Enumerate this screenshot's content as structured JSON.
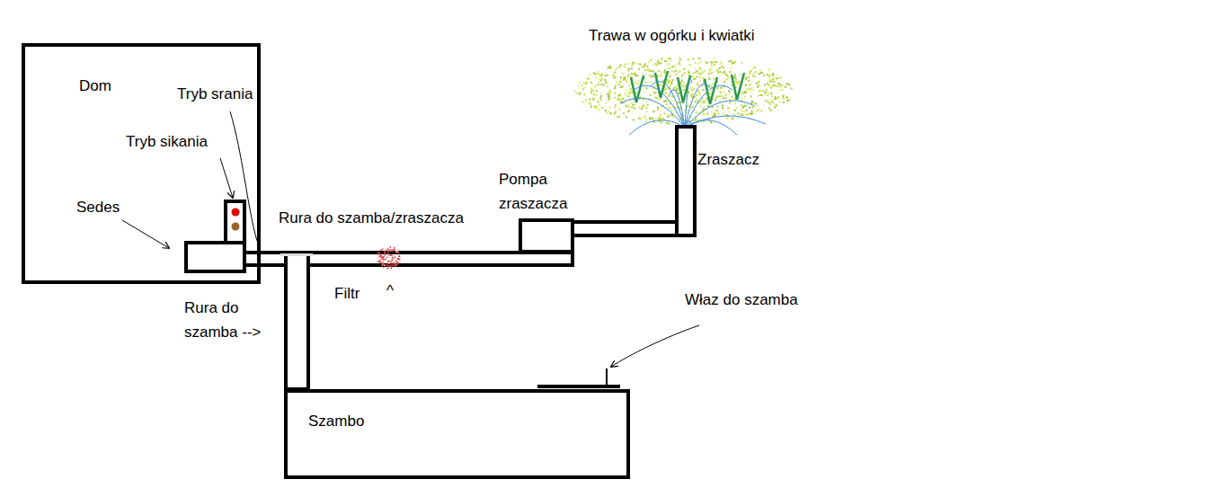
{
  "diagram": {
    "nodes": [
      {
        "text": [
          "Dom"
        ]
      },
      {
        "text": [
          "Szambo"
        ]
      },
      {
        "text": [
          "Pompa zraszacza"
        ]
      }
    ],
    "labels": [
      "Trawa w ogórku i kwiatki",
      "Tryb srania",
      "Tryb sikania",
      "Sedes",
      "Rura do szamba/zraszacza",
      "Rura do szamba -->",
      "Filtr",
      "^",
      "Właz do szamba",
      "Zraszacz"
    ]
  }
}
